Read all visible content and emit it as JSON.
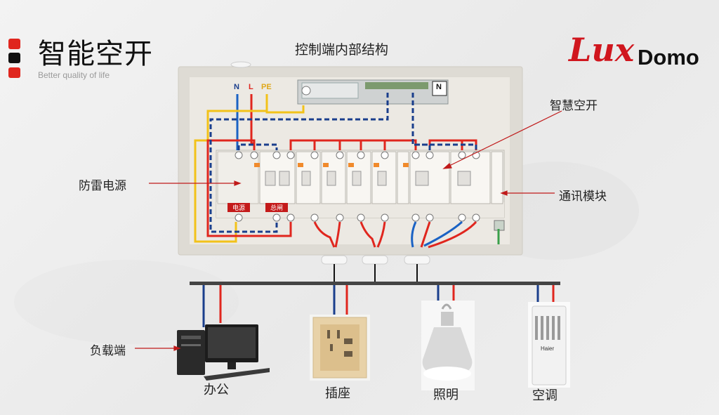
{
  "header": {
    "title": "智能空开",
    "subtitle": "Better quality of life",
    "diagram_heading": "控制端内部结构",
    "bullet_colors": [
      "#e0261e",
      "#111111",
      "#e0261e"
    ]
  },
  "logo": {
    "lux": "Lux",
    "domo": "Domo",
    "lux_color": "#d0161e"
  },
  "callouts": {
    "surge_power": "防雷电源",
    "smart_breaker": "智慧空开",
    "comm_module": "通讯模块",
    "load_side": "负载端"
  },
  "panel": {
    "wire_labels": {
      "n": "N",
      "l": "L",
      "pe": "PE"
    },
    "breaker_tags": {
      "power": "电源",
      "main": "总闸"
    },
    "terminal_n": "N"
  },
  "devices": {
    "office": "办公",
    "socket": "插座",
    "lighting": "照明",
    "aircon": "空调",
    "aircon_brand": "Haier"
  },
  "colors": {
    "live": "#e0261e",
    "neutral": "#1a3e8c",
    "earth": "#f2c21a",
    "bus": "#444444"
  }
}
